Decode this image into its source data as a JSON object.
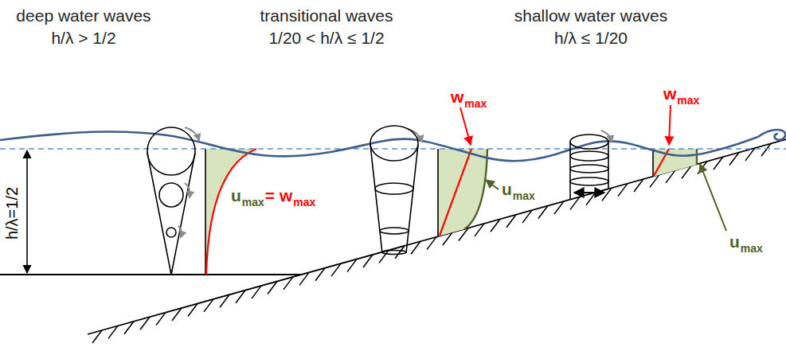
{
  "diagram": {
    "labels": [
      "deep water waves",
      "h/λ > 1/2",
      "transitional waves",
      "1/20 < h/λ ≤ 1/2",
      "shallow water waves",
      "h/λ ≤ 1/20",
      "h/λ=1/2",
      "u",
      "max",
      "= w",
      "max",
      "w",
      "max",
      "u",
      "max",
      "w",
      "max",
      "u",
      "max"
    ]
  }
}
